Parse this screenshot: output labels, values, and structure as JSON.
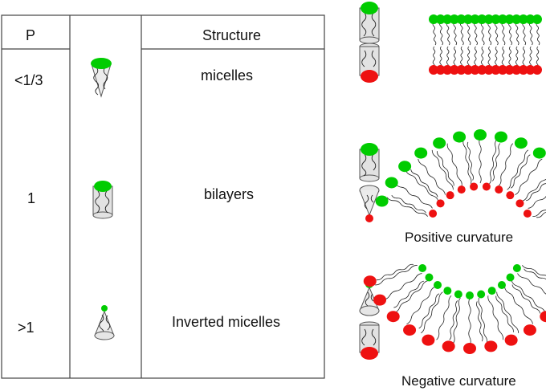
{
  "table": {
    "headers": {
      "p": "P",
      "shape": "",
      "structure": "Structure"
    },
    "rows": [
      {
        "p": "<1/3",
        "shape": "cone-icon",
        "structure": "micelles"
      },
      {
        "p": "1",
        "shape": "cylinder-icon",
        "structure": "bilayers"
      },
      {
        "p": ">1",
        "shape": "inverted-cone-icon",
        "structure": "Inverted micelles"
      }
    ]
  },
  "captions": {
    "positive": "Positive curvature",
    "negative": "Negative curvature"
  },
  "colors": {
    "head_green": "#00cc00",
    "head_red": "#ee1111",
    "body_gray": "#e2e2e2",
    "line": "#333333"
  }
}
